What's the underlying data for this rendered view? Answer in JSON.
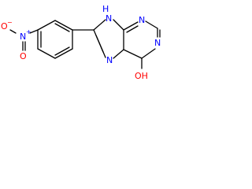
{
  "molecule": {
    "atoms": {
      "nitro_o_minus": "O",
      "nitro_o_minus_charge": "−",
      "nitro_n": "N",
      "nitro_n_charge": "+",
      "nitro_o": "O",
      "n9h_h": "H",
      "n9h_n": "N",
      "n7": "N",
      "n1": "N",
      "n3": "N",
      "oh_o": "OH"
    },
    "colors": {
      "oxygen": "#ff0000",
      "nitrogen": "#0000ff",
      "bond": "#000000",
      "background": "#ffffff"
    }
  }
}
